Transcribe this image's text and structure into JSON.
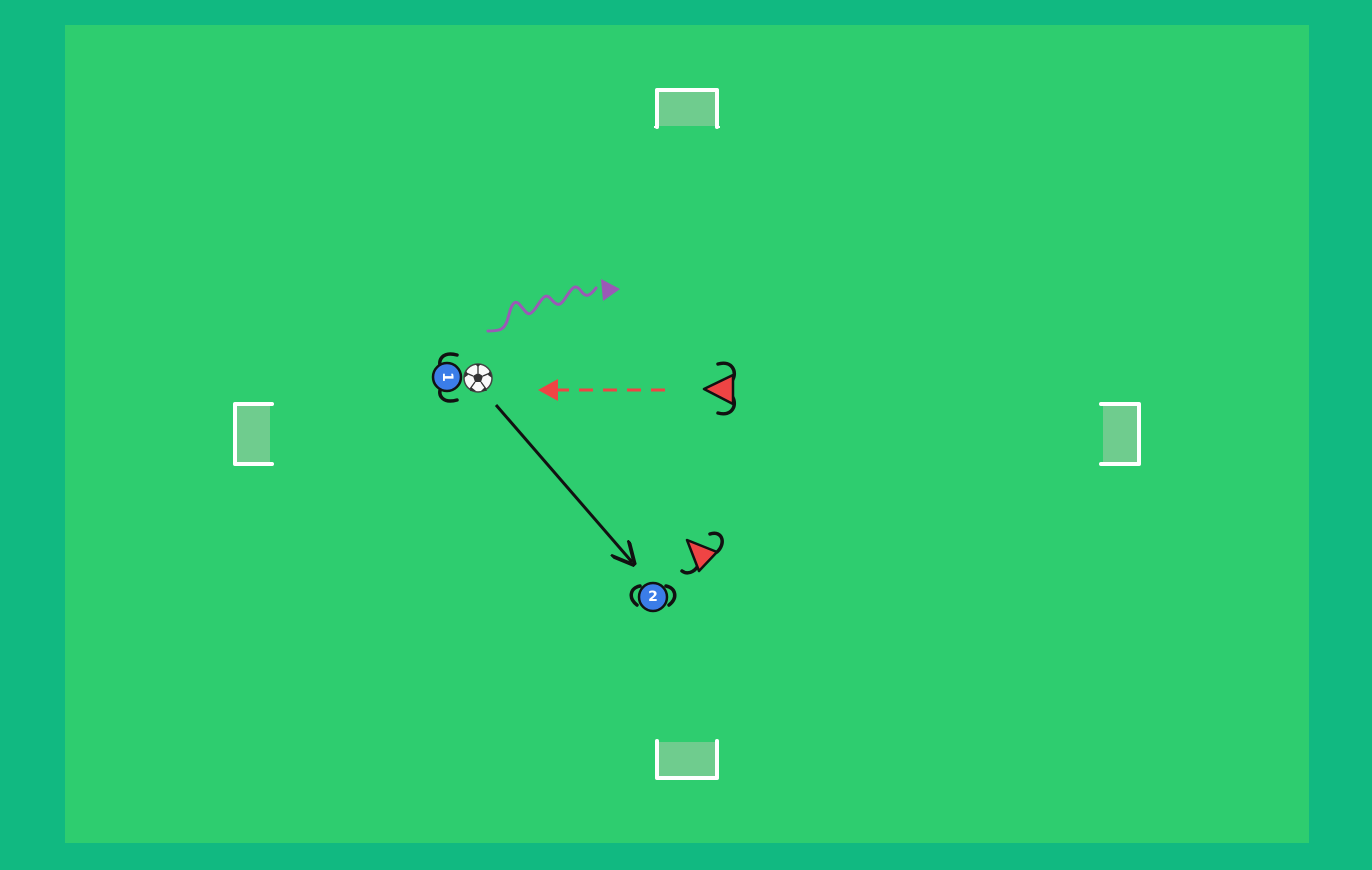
{
  "colors": {
    "outer_background": "#11b981",
    "pitch": "#2ecd6f",
    "goal_net": "#6fcc8e",
    "goal_frame": "#ffffff",
    "attacker": "#3b7de8",
    "defender": "#ef4444",
    "pass_line": "#111111",
    "dribble_line": "#9b59b6",
    "run_line": "#ef4444",
    "limbs": "#111111"
  },
  "players": {
    "attacker_1": {
      "number": "1",
      "team": "attacker"
    },
    "attacker_2": {
      "number": "2",
      "team": "attacker"
    }
  },
  "icons": {
    "ball": "soccer-ball-icon",
    "defender": "red-triangle-icon",
    "goal": "mini-goal-icon"
  },
  "movement_lines": [
    {
      "kind": "pass",
      "style": "solid"
    },
    {
      "kind": "dribble",
      "style": "wavy"
    },
    {
      "kind": "run",
      "style": "dashed"
    }
  ]
}
